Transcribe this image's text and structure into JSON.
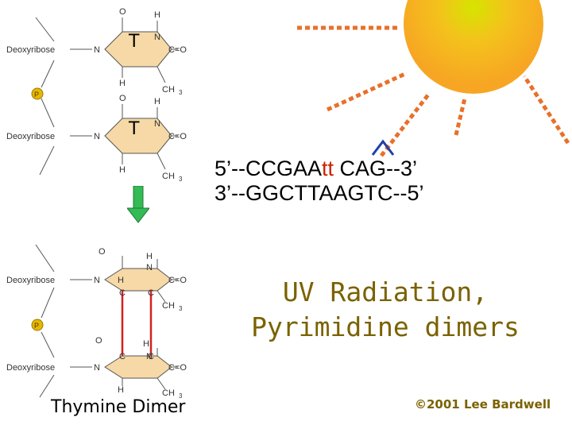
{
  "molecule_labels": {
    "sugar": "Deoxyribose",
    "phosphate": "P"
  },
  "atoms": {
    "o": "O",
    "h": "H",
    "n": "N",
    "c": "C",
    "ch3": "CH",
    "ch3_sub": "3",
    "c_eq_o": "C=O"
  },
  "base_labels": {
    "top": "T",
    "bottom": "T"
  },
  "sequence": {
    "strand1_left": "5’--CCGAA",
    "strand1_tt": "tt",
    "strand1_right": "CAG--3’",
    "strand2": "3’--GGCTTAAGTC--5’"
  },
  "title": {
    "line1": "UV Radiation,",
    "line2": "Pyrimidine dimers"
  },
  "caption": "Thymine Dimer",
  "copyright": "©2001 Lee Bardwell",
  "colors": {
    "sun": "#f7a623",
    "sun_core": "#d6e400",
    "rays": "#e8702a",
    "ring_fill": "#f6d9a6",
    "arrow": "#33bb55",
    "dimer_bond": "#d42020",
    "phosphate": "#e6b800",
    "title": "#7a6200"
  }
}
